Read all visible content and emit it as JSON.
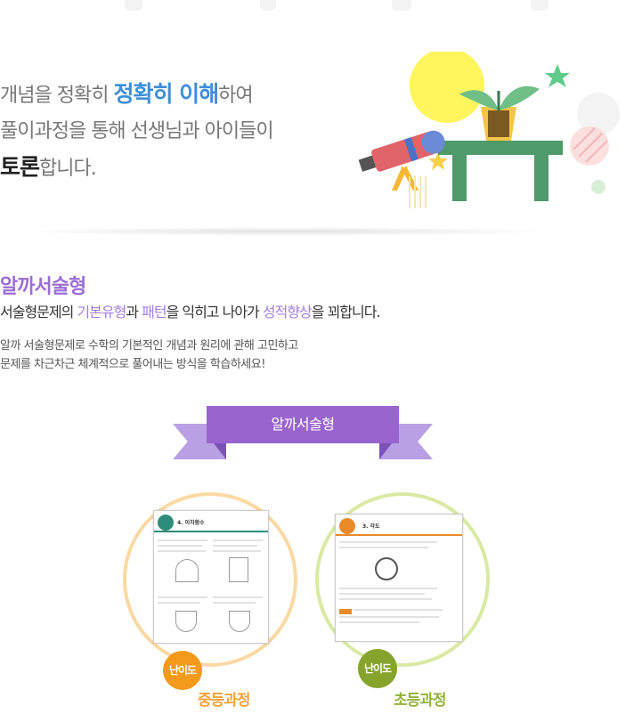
{
  "hero": {
    "line1_pre": "개념을 정확히 ",
    "line1_highlight": "정확히 이해",
    "line1_post": "하여",
    "line2": "풀이과정을 통해 선생님과 아이들이",
    "line3_highlight": "토론",
    "line3_post": "합니다."
  },
  "section": {
    "title": "알까서술형",
    "sub_1": "서술형문제의 ",
    "sub_p1": "기본유형",
    "sub_2": "과 ",
    "sub_p2": "패턴",
    "sub_3": "을 익히고 나아가 ",
    "sub_p3": "성적향상",
    "sub_4": "을 꾀합니다.",
    "desc_line1": "알까 서술형문제로 수학의 기본적인 개념과 원리에 관해 고민하고",
    "desc_line2": "문제를 차근차근 체계적으로 풀어내는 방식을 학습하세요!"
  },
  "ribbon": {
    "label": "알까서술형"
  },
  "courses": [
    {
      "badge": "난이도",
      "name": "중등과정",
      "sheet_title": "4. 이차함수"
    },
    {
      "badge": "난이도",
      "name": "초등과정",
      "sheet_title": "3. 각도"
    }
  ],
  "colors": {
    "blue": "#3d8fd8",
    "purple": "#9a64cf",
    "orange": "#f39a1b",
    "green": "#86a42b"
  }
}
